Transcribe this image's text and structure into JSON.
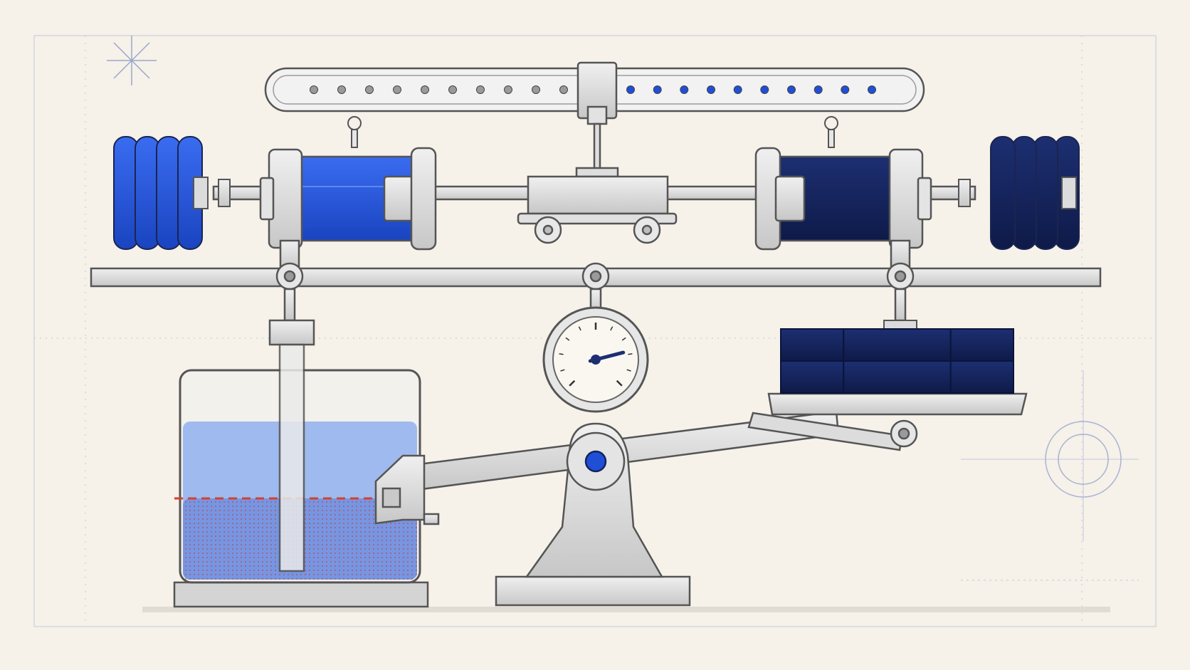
{
  "colors": {
    "paper": "#f6f1e9",
    "ink": "#2b3a63",
    "steel": "#dcdcdc",
    "steel_dark": "#8e8e8e",
    "blue": "#1f4fd6",
    "navy": "#13235b",
    "water": "#8fb0ee",
    "sediment": "#6f8fe0",
    "level_line": "#d4412f",
    "guide": "#b9c1d8"
  },
  "indicator": {
    "total_dots": 20,
    "slider_after_index": 10,
    "left_dot_color": "#9a9a9a",
    "right_dot_color": "#1f4fd6"
  },
  "weights": {
    "left_plates": 4,
    "right_plates": 4,
    "block_rows": 2,
    "block_cols": 3
  },
  "gauge": {
    "needle_fraction": 0.78
  },
  "icons": {
    "left_plates": "weight-plate-stack-icon",
    "right_plates": "weight-plate-stack-icon",
    "gauge": "pressure-gauge-icon",
    "fulcrum": "pivot-bolt-icon",
    "tank": "water-tank-icon",
    "sparkle": "sparkle-star-icon",
    "crosshair": "crosshair-target-icon"
  }
}
